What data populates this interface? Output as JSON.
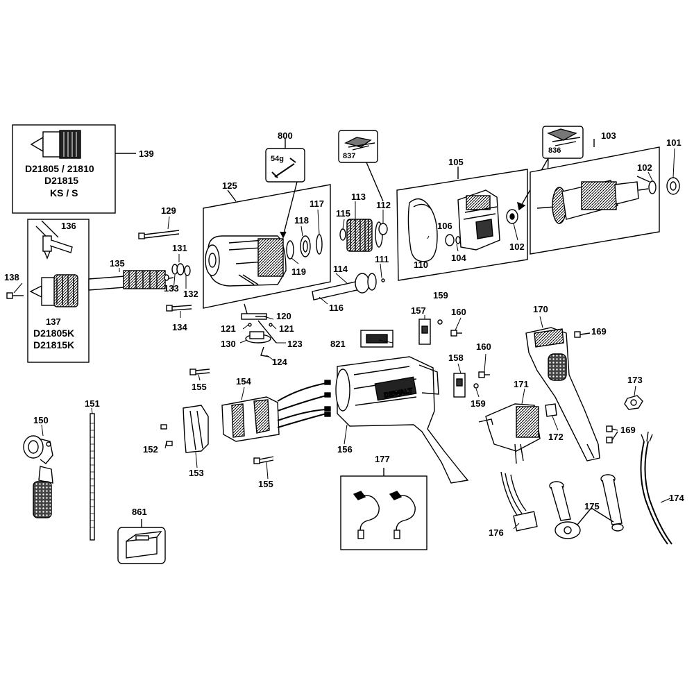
{
  "chuck_box": {
    "label_139": "139",
    "models_line1": "D21805 / 21810",
    "models_line2": "D21815",
    "models_line3": "KS / S"
  },
  "keyed_chuck_box": {
    "label_136": "136",
    "label_137": "137",
    "models_line1": "D21805K",
    "models_line2": "D21815K"
  },
  "brush_holder_kit": {
    "label": "800",
    "weight": "54g"
  },
  "part_labels": {
    "p101": "101",
    "p102a": "102",
    "p102b": "102",
    "p103": "103",
    "p104": "104",
    "p105": "105",
    "p106": "106",
    "p110": "110",
    "p111": "111",
    "p112": "112",
    "p113": "113",
    "p114": "114",
    "p115": "115",
    "p116": "116",
    "p117": "117",
    "p118": "118",
    "p119": "119",
    "p120": "120",
    "p121a": "121",
    "p121b": "121",
    "p123": "123",
    "p124": "124",
    "p125": "125",
    "p129": "129",
    "p130": "130",
    "p131": "131",
    "p132": "132",
    "p133": "133",
    "p134": "134",
    "p135": "135",
    "p138": "138",
    "p150": "150",
    "p151": "151",
    "p152": "152",
    "p153": "153",
    "p154": "154",
    "p155a": "155",
    "p155b": "155",
    "p156": "156",
    "p157": "157",
    "p158": "158",
    "p159a": "159",
    "p159b": "159",
    "p160a": "160",
    "p160b": "160",
    "p169a": "169",
    "p169b": "169",
    "p170": "170",
    "p171": "171",
    "p172": "172",
    "p173": "173",
    "p174": "174",
    "p175": "175",
    "p176": "176",
    "p177": "177",
    "p821": "821",
    "p836": "836",
    "p837": "837",
    "p861": "861"
  },
  "brand_badge": "DEWALT"
}
